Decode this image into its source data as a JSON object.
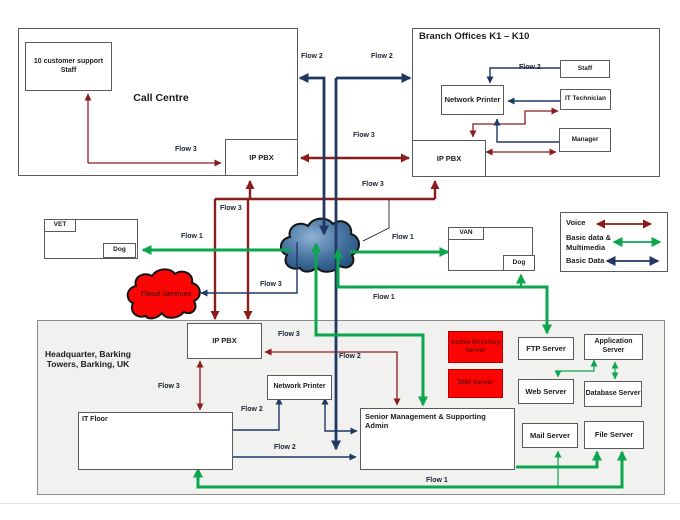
{
  "call_centre": {
    "title": "Call Centre",
    "staff": "10 customer support Staff",
    "ip_pbx": "IP PBX"
  },
  "branch_offices": {
    "title": "Branch Offices K1 – K10",
    "network_printer": "Network Printer",
    "staff": "Staff",
    "it_technician": "IT Technician",
    "manager": "Manager",
    "ip_pbx": "IP PBX"
  },
  "vet": {
    "title": "VET",
    "dog": "Dog"
  },
  "van": {
    "title": "VAN",
    "dog": "Dog"
  },
  "cloud_services_label": "Cloud Services",
  "legend": {
    "voice": "Voice",
    "basic_multimedia": "Basic data & Multimedia",
    "basic_data": "Basic Data"
  },
  "headquarters": {
    "title": "Headquarter, Barking Towers, Barking, UK",
    "ip_pbx": "IP PBX",
    "network_printer": "Network Printer",
    "it_floor": "IT Floor",
    "senior_management": "Senior Management & Supporting Admin",
    "active_directory": "Active Directory Server",
    "dns": "DNS Server",
    "ftp": "FTP Server",
    "application": "Application Server",
    "web": "Web Server",
    "database": "Database Server",
    "mail": "Mail Server",
    "file": "File Server"
  },
  "flows": [
    "Flow 2",
    "Flow 2",
    "Flow 3",
    "Flow 2",
    "Flow 3",
    "Flow 3",
    "Flow 3",
    "Flow 1",
    "Flow 1",
    "Flow 3",
    "Flow 1",
    "Flow 3",
    "Flow 2",
    "Flow 3",
    "Flow 2",
    "Flow 2",
    "Flow 1"
  ],
  "colors": {
    "voice": "#8B1C1C",
    "multimedia": "#0CA64E",
    "basic_data": "#1F3864",
    "server_highlight": "#FB0404"
  }
}
